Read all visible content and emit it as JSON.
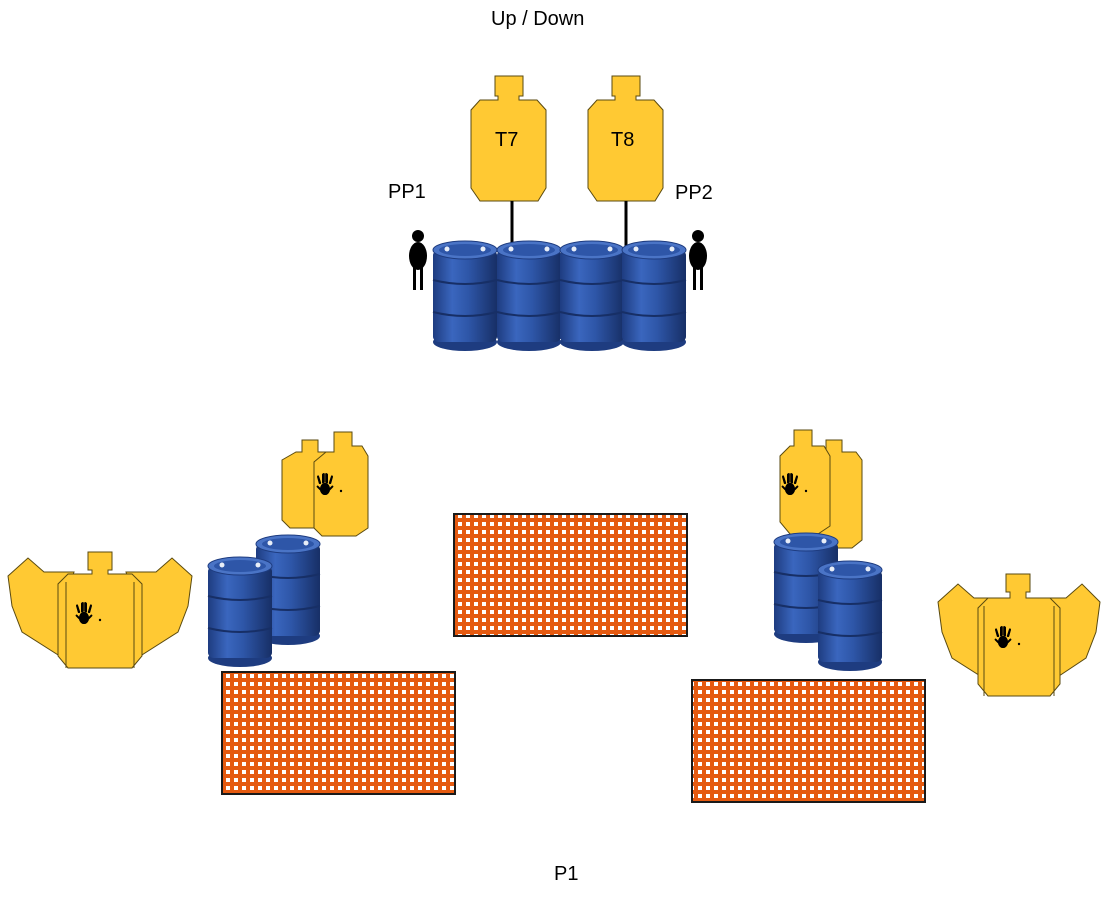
{
  "labels": {
    "top": "Up / Down",
    "bottom": "P1",
    "pp1": "PP1",
    "pp2": "PP2",
    "t7": "T7",
    "t8": "T8"
  },
  "colors": {
    "target_fill": "#FFC933",
    "target_stroke": "#5a4a10",
    "barrel": "#2E56A8",
    "barrel_dark": "#1E3C80",
    "barrel_light": "#5D86D4",
    "wall_fill": "#E55A10",
    "wall_dots": "#FFFFFF",
    "post": "#000000"
  },
  "icons": {
    "target": "steel-silhouette-target-icon",
    "no_shoot": "no-shoot-hands-icon",
    "barrel": "blue-barrel-icon",
    "popper": "pepper-popper-icon",
    "wall": "fault-line-wall-icon"
  }
}
